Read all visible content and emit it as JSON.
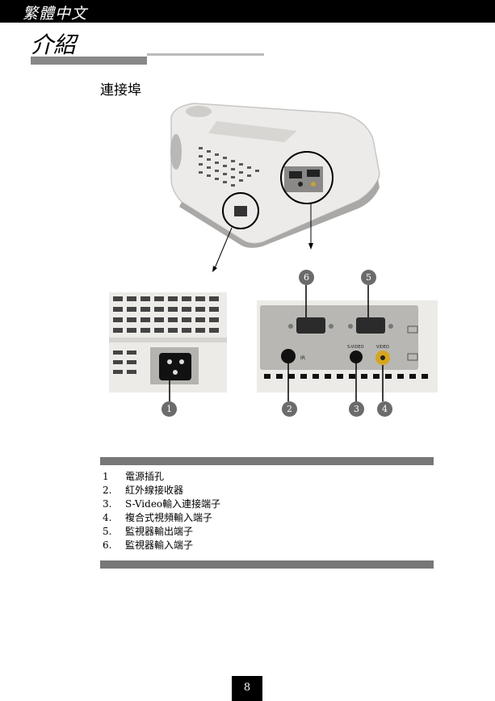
{
  "header": {
    "language": "繁體中文"
  },
  "section": {
    "title": "介紹",
    "subheading": "連接埠"
  },
  "callouts": {
    "c1": "1",
    "c2": "2",
    "c3": "3",
    "c4": "4",
    "c5": "5",
    "c6": "6"
  },
  "panel_labels": {
    "ir": "IR",
    "svideo": "S-VIDEO",
    "video": "VIDEO"
  },
  "ports": [
    {
      "num": "1",
      "label": "電源插孔"
    },
    {
      "num": "2.",
      "label": "紅外線接收器"
    },
    {
      "num": "3.",
      "label": "S-Video輸入連接端子"
    },
    {
      "num": "4.",
      "label": "複合式視頻輸入端子"
    },
    {
      "num": "5.",
      "label": "監視器輸出端子"
    },
    {
      "num": "6.",
      "label": "監視器輸入端子"
    }
  ],
  "page_number": "8"
}
